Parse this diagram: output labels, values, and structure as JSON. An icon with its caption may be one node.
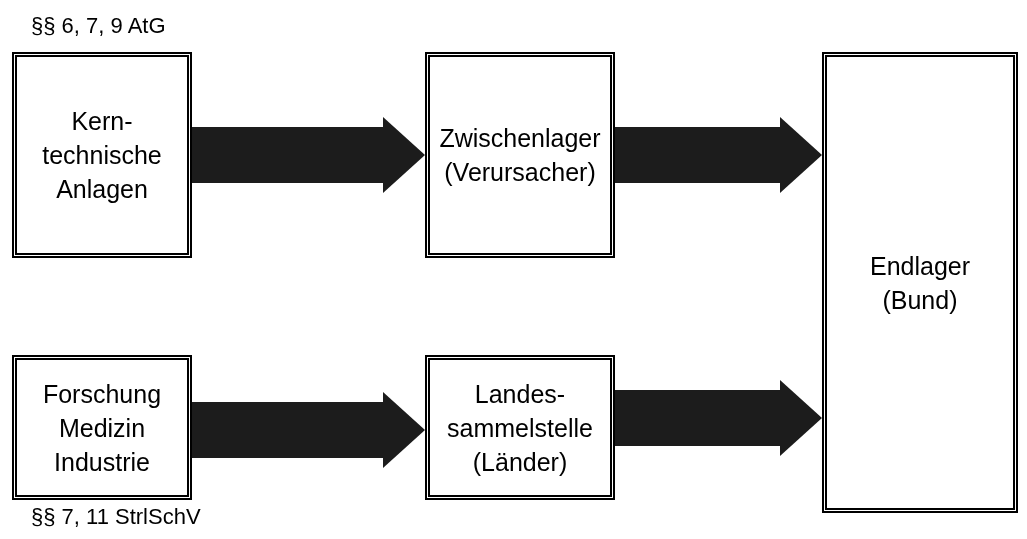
{
  "diagram": {
    "nodes": [
      {
        "text": [
          "Kern- technische Anlagen"
        ],
        "beside": [
          "§§ 6, 7, 9 AtG"
        ]
      },
      {
        "text": [
          "Zwischenlager (Verursacher)"
        ]
      },
      {
        "text": [
          "Endlager (Bund)"
        ]
      },
      {
        "text": [
          "Forschung Medizin Industrie"
        ],
        "beside": [
          "§§ 7, 11 StrlSchV"
        ]
      },
      {
        "text": [
          "Landes- sammelstelle (Länder)"
        ]
      }
    ],
    "edges": [
      {
        "from": 0,
        "to": 1,
        "arrow": "to"
      },
      {
        "from": 1,
        "to": 2,
        "arrow": "to"
      },
      {
        "from": 3,
        "to": 4,
        "arrow": "to"
      },
      {
        "from": 4,
        "to": 2,
        "arrow": "to"
      }
    ]
  }
}
